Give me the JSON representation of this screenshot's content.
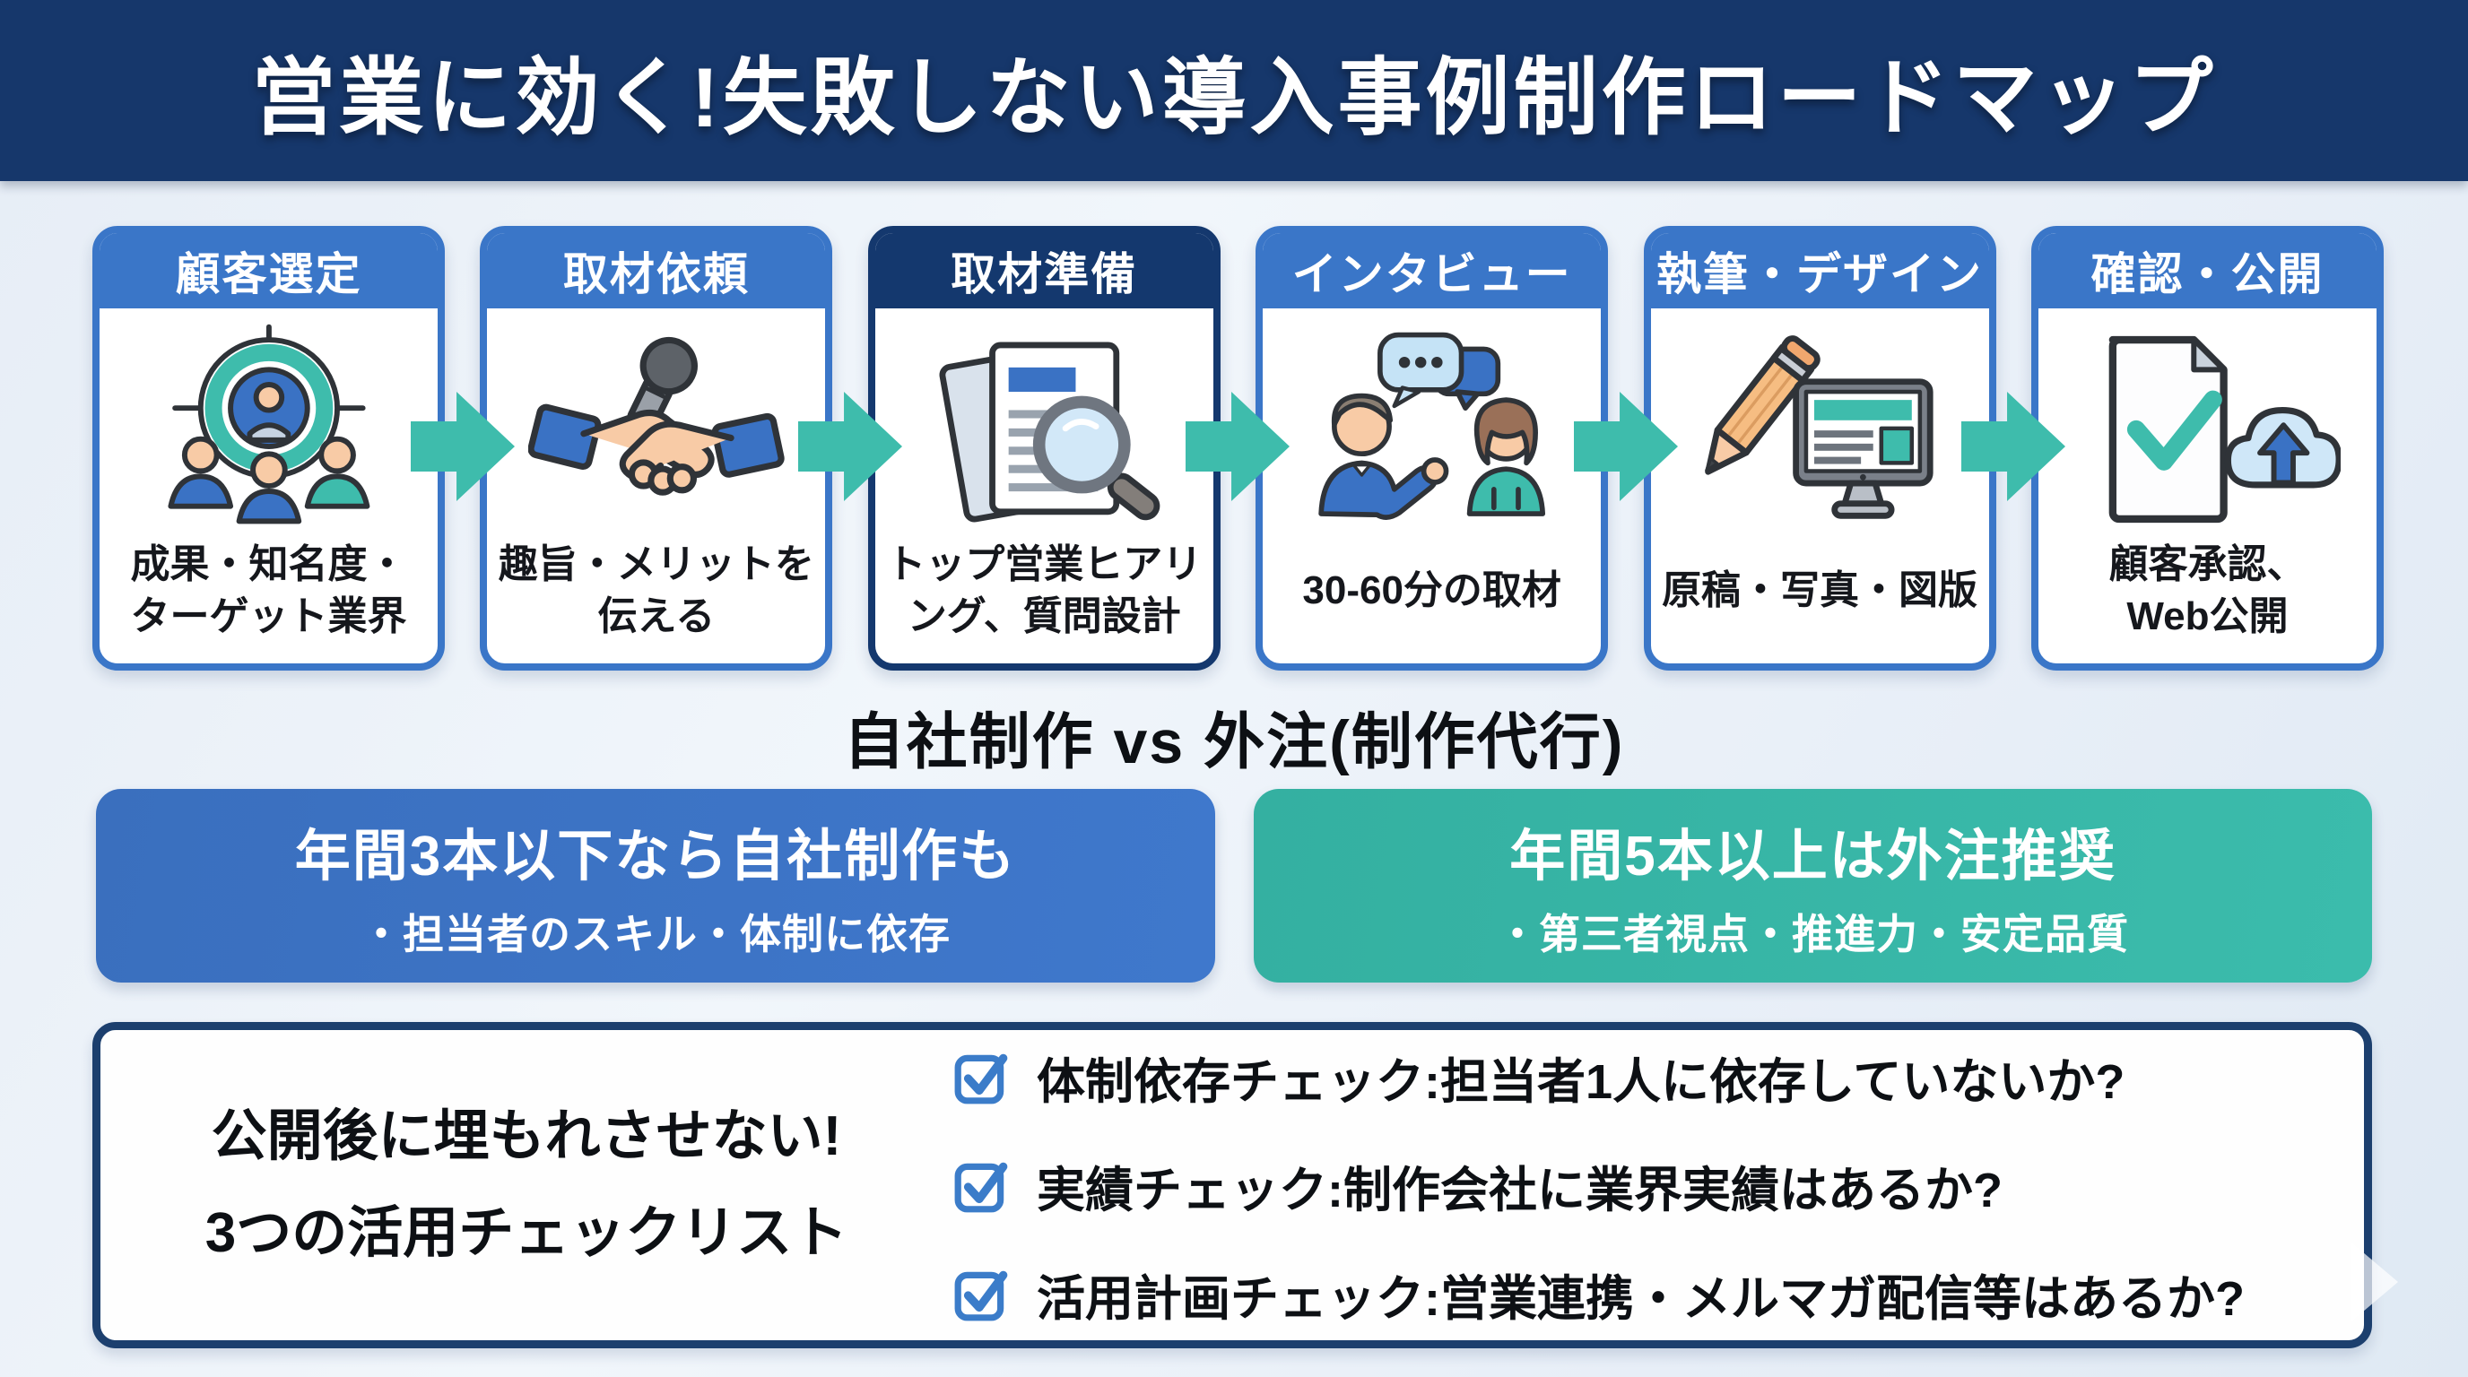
{
  "header": {
    "title": "営業に効く!失敗しない導入事例制作ロードマップ"
  },
  "steps": [
    {
      "label": "顧客選定",
      "icon": "target-audience-icon",
      "desc_lines": [
        "成果・知名度・",
        "ターゲット業界"
      ],
      "highlight": false
    },
    {
      "label": "取材依頼",
      "icon": "handshake-microphone-icon",
      "desc_lines": [
        "趣旨・メリットを",
        "伝える"
      ],
      "highlight": false
    },
    {
      "label": "取材準備",
      "icon": "documents-magnifier-icon",
      "desc_lines": [
        "トップ営業ヒアリ",
        "ング、質問設計"
      ],
      "highlight": true
    },
    {
      "label": "インタビュー",
      "icon": "interview-people-icon",
      "desc_lines": [
        "30-60分の取材"
      ],
      "highlight": false
    },
    {
      "label": "執筆・デザイン",
      "icon": "pencil-monitor-icon",
      "desc_lines": [
        "原稿・写真・図版"
      ],
      "highlight": false
    },
    {
      "label": "確認・公開",
      "icon": "approval-upload-icon",
      "desc_lines": [
        "顧客承認、",
        "Web公開"
      ],
      "highlight": false
    }
  ],
  "comparison": {
    "heading": "自社制作 vs 外注(制作代行)",
    "in_house": {
      "title": "年間3本以下なら自社制作も",
      "subtitle": "・担当者のスキル・体制に依存"
    },
    "outsource": {
      "title": "年間5本以上は外注推奨",
      "subtitle": "・第三者視点・推進力・安定品質"
    }
  },
  "checklist": {
    "title_lines": [
      "公開後に埋もれさせない!",
      "3つの活用チェックリスト"
    ],
    "items": [
      {
        "icon": "checkbox-checked-icon",
        "text": "体制依存チェック:担当者1人に依存していないか?"
      },
      {
        "icon": "checkbox-checked-icon",
        "text": "実績チェック:制作会社に業界実績はあるか?"
      },
      {
        "icon": "checkbox-checked-icon",
        "text": "活用計画チェック:営業連携・メルマガ配信等はあるか?"
      }
    ]
  },
  "decorations": {
    "flow_arrow_icon": "arrow-right-icon",
    "next_hint_icon": "chevron-right-icon"
  },
  "colors": {
    "navy": "#16376b",
    "card_blue": "#3a76c8",
    "teal": "#3ebcac",
    "banner_blue": "#3b72c4",
    "banner_teal": "#36b4a4",
    "checkbox_blue": "#3b7cc9",
    "background": "#e9f0f8",
    "text": "#101319"
  }
}
